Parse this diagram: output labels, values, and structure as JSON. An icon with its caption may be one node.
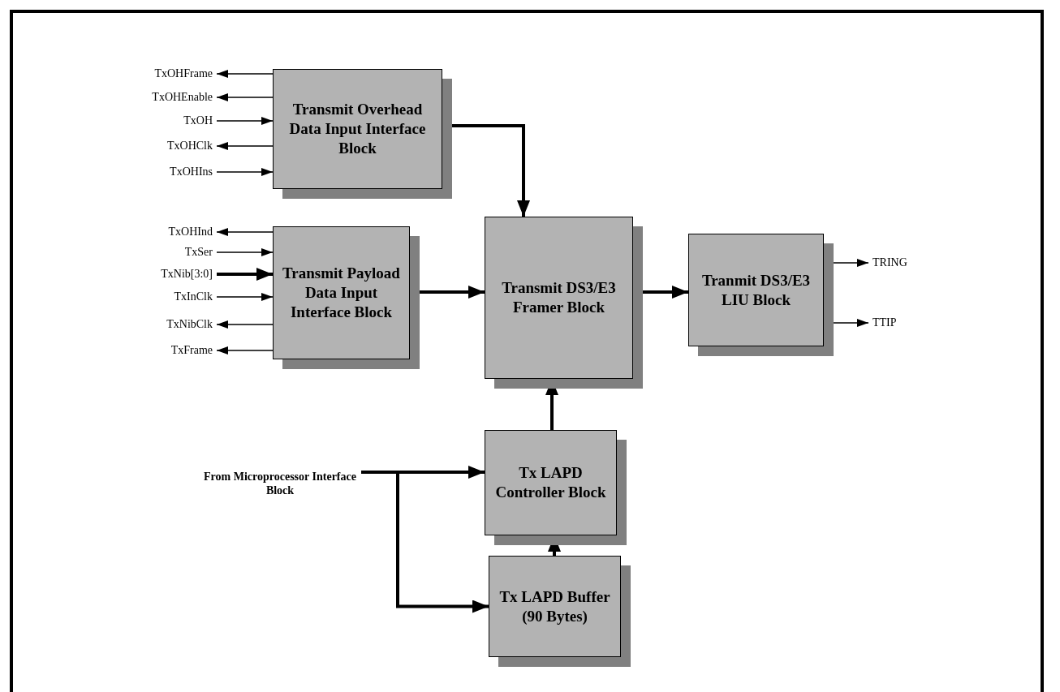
{
  "diagram": {
    "nodes": [
      {
        "text": [
          "Transmit Overhead Data Input Interface Block"
        ]
      },
      {
        "text": [
          "Transmit Payload Data Input Interface Block"
        ]
      },
      {
        "text": [
          "Transmit DS3/E3 Framer Block"
        ]
      },
      {
        "text": [
          "Tranmit DS3/E3 LIU Block"
        ]
      },
      {
        "text": [
          "Tx LAPD Controller Block"
        ]
      },
      {
        "text": [
          "Tx LAPD Buffer (90 Bytes)"
        ]
      },
      {
        "text": [
          "TxOHFrame"
        ]
      },
      {
        "text": [
          "TxOHEnable"
        ]
      },
      {
        "text": [
          "TxOH"
        ]
      },
      {
        "text": [
          "TxOHClk"
        ]
      },
      {
        "text": [
          "TxOHIns"
        ]
      },
      {
        "text": [
          "TxOHInd"
        ]
      },
      {
        "text": [
          "TxSer"
        ]
      },
      {
        "text": [
          "TxNib[3:0]"
        ]
      },
      {
        "text": [
          "TxInClk"
        ]
      },
      {
        "text": [
          "TxNibClk"
        ]
      },
      {
        "text": [
          "TxFrame"
        ]
      },
      {
        "text": [
          "TRING"
        ]
      },
      {
        "text": [
          "TTIP"
        ]
      },
      {
        "text": [
          "From Microprocessor Interface Block"
        ]
      }
    ],
    "edges": [
      {
        "from": 0,
        "to": 2,
        "arrow": "to",
        "style": "thick"
      },
      {
        "from": 1,
        "to": 2,
        "arrow": "to",
        "style": "thick"
      },
      {
        "from": 2,
        "to": 3,
        "arrow": "to",
        "style": "thick"
      },
      {
        "from": 4,
        "to": 2,
        "arrow": "to",
        "style": "thick"
      },
      {
        "from": 5,
        "to": 4,
        "arrow": "to",
        "style": "thick"
      },
      {
        "from": 19,
        "to": 4,
        "arrow": "to",
        "style": "thick"
      },
      {
        "from": 19,
        "to": 5,
        "arrow": "to",
        "style": "thick"
      },
      {
        "from": 0,
        "to": 6,
        "arrow": "to"
      },
      {
        "from": 0,
        "to": 7,
        "arrow": "to"
      },
      {
        "from": 8,
        "to": 0,
        "arrow": "to"
      },
      {
        "from": 0,
        "to": 9,
        "arrow": "to"
      },
      {
        "from": 10,
        "to": 0,
        "arrow": "to"
      },
      {
        "from": 1,
        "to": 11,
        "arrow": "to"
      },
      {
        "from": 12,
        "to": 1,
        "arrow": "to"
      },
      {
        "from": 13,
        "to": 1,
        "arrow": "to",
        "style": "thick"
      },
      {
        "from": 14,
        "to": 1,
        "arrow": "to"
      },
      {
        "from": 1,
        "to": 15,
        "arrow": "to"
      },
      {
        "from": 1,
        "to": 16,
        "arrow": "to"
      },
      {
        "from": 3,
        "to": 17,
        "arrow": "to"
      },
      {
        "from": 3,
        "to": 18,
        "arrow": "to"
      }
    ]
  }
}
